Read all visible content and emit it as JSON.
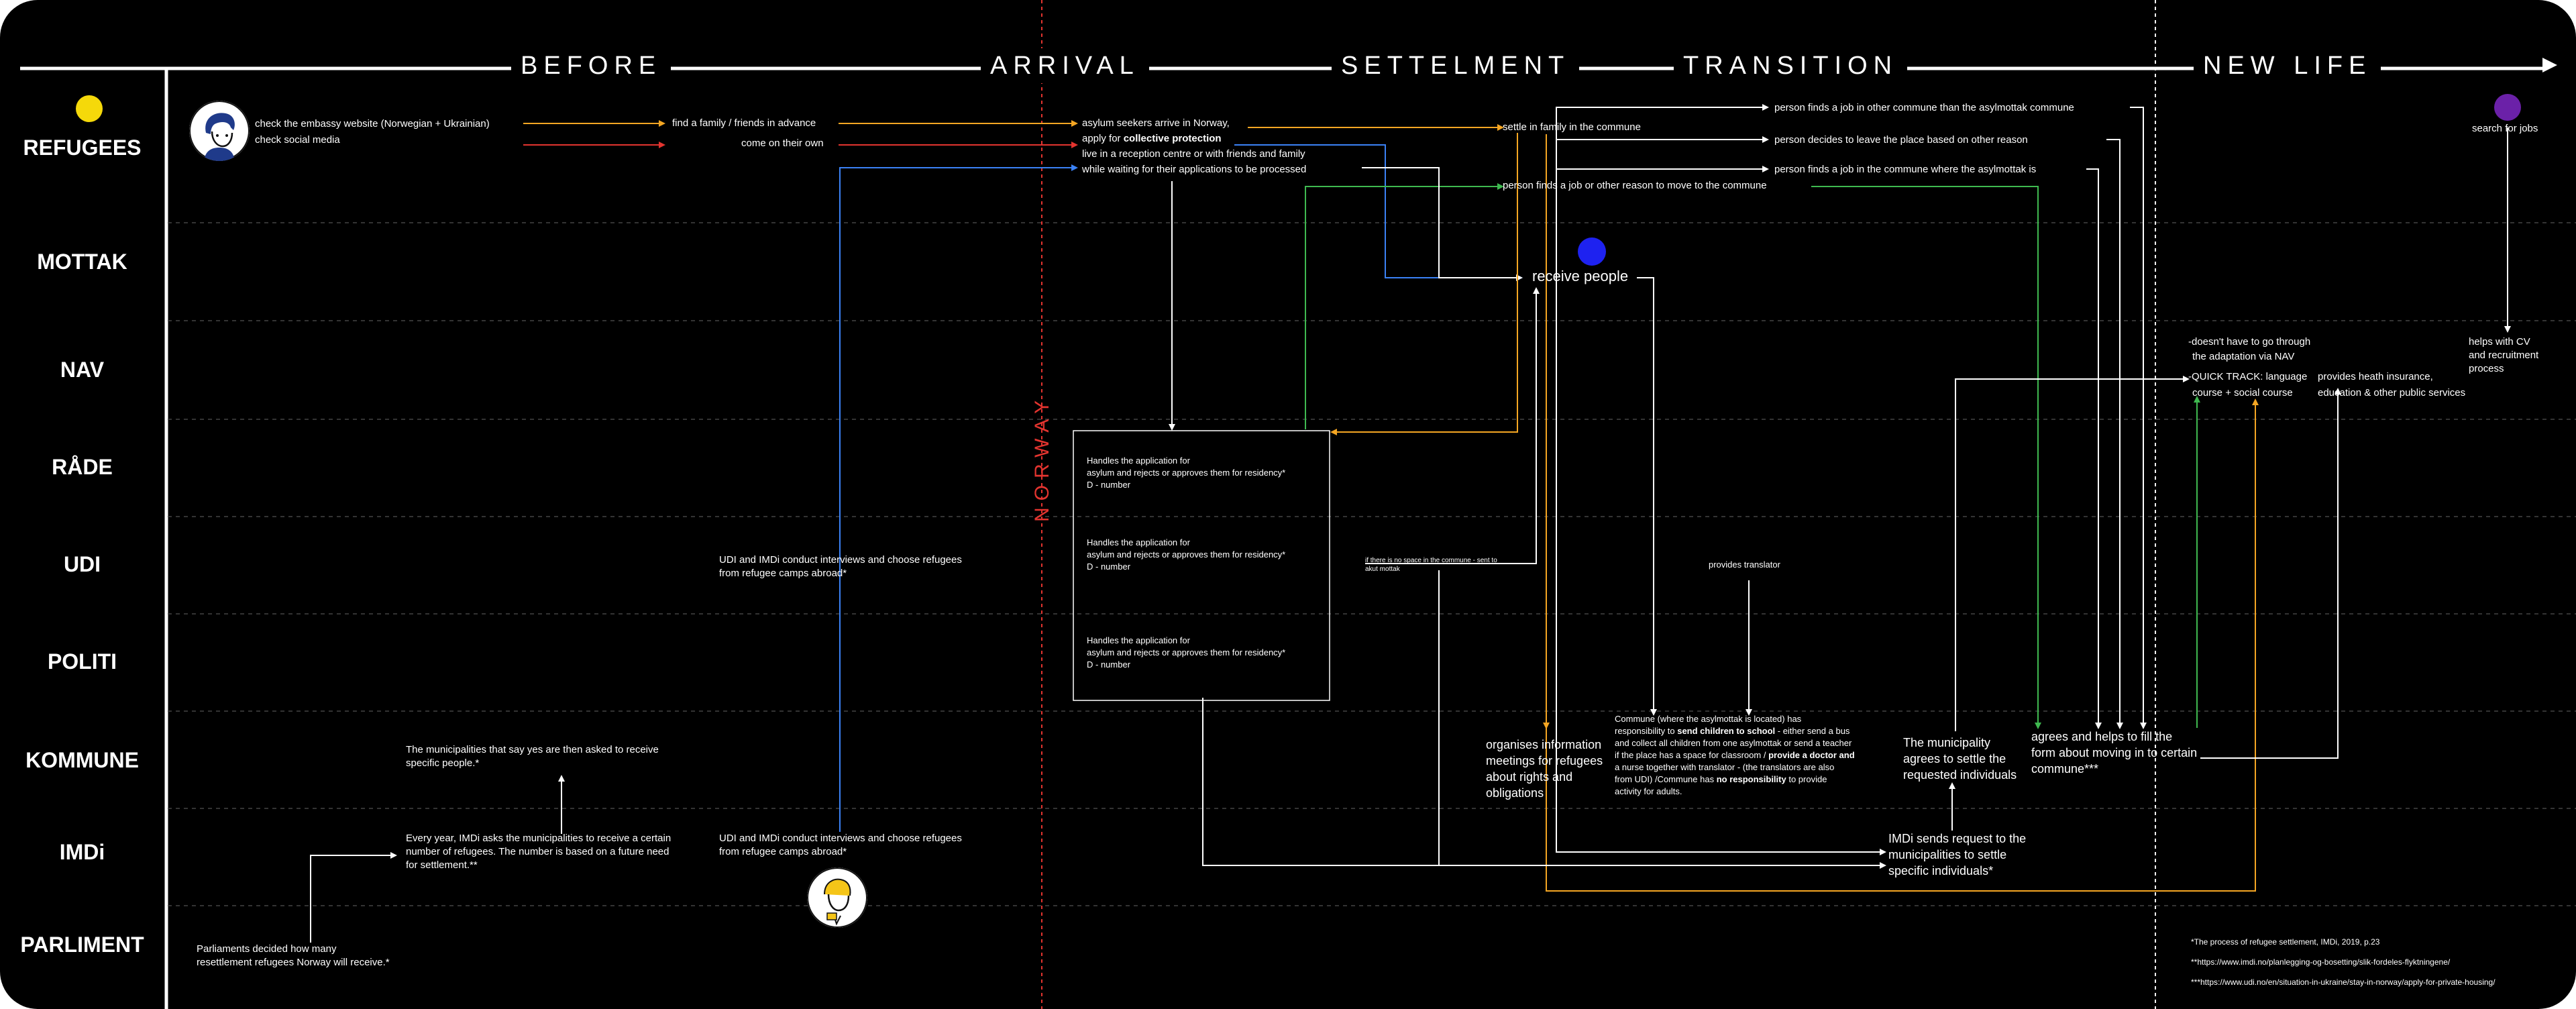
{
  "phases": {
    "before": "BEFORE",
    "arrival": "ARRIVAL",
    "settlement": "SETTELMENT",
    "transition": "TRANSITION",
    "new_life": "NEW LIFE"
  },
  "lanes": [
    "REFUGEES",
    "MOTTAK",
    "NAV",
    "RÅDE",
    "UDI",
    "POLITI",
    "KOMMUNE",
    "IMDi",
    "PARLIMENT"
  ],
  "border_label": "NORWAY",
  "colors": {
    "background": "#000000",
    "line": "#ffffff",
    "orange": "#f5a623",
    "red": "#e3342f",
    "blue": "#3b82f6",
    "green": "#3fb950",
    "yellow_dot": "#f5d90a",
    "blue_dot": "#1e22f0",
    "purple_dot": "#6b21a8"
  },
  "refugees": {
    "embassy": "check the embassy website (Norwegian + Ukrainian)",
    "social": "check social media",
    "family_advance": "find a family / friends in advance",
    "own": "come on their own",
    "asylum_1": "asylum seekers arrive in Norway,",
    "asylum_2a": "apply for ",
    "asylum_2b": "collective protection",
    "reception_1": "live in a reception centre or with friends and family",
    "reception_2": "while waiting for their applications to be processed",
    "settle_family": "settle in family in the commune",
    "job_other": "person  finds a job in other commune than the asylmottak commune",
    "leave_place": "person decides to leave the place based on other reason",
    "job_same": "person  finds a job in the commune where the asylmottak is",
    "job_reason": "person  finds a job or other reason to move to the commune",
    "search_jobs": "search for jobs"
  },
  "mottak": {
    "receive": "receive people"
  },
  "nav": {
    "adapt_1": "-doesn't have to go through",
    "adapt_2": "the adaptation via NAV",
    "quick_1": "-QUICK TRACK: language",
    "quick_2": "course + social course",
    "health_1": "provides heath insurance,",
    "health_2": "education & other public services",
    "cv_1": "helps with CV",
    "cv_2": "and recruitment",
    "cv_3": "process"
  },
  "handles": {
    "line1": "Handles the application for",
    "line2": "asylum and rejects or approves them for residency*",
    "line3": "D - number"
  },
  "udi": {
    "no_space_1": "if there is no space in the commune - sent to",
    "no_space_2": "akut mottak",
    "interviews_1": "UDI and IMDi conduct interviews and choose refugees",
    "interviews_2": "from refugee camps abroad*",
    "translator": "provides translator"
  },
  "kommune": {
    "municipalities_1": "The municipalities that say yes are then asked to receive",
    "municipalities_2": "specific people.*",
    "info_1": "organises information",
    "info_2": "meetings for refugees",
    "info_3": "about rights and",
    "info_4": "obligations",
    "commune_1": "Commune (where the asylmottak is located) has",
    "commune_2a": "responsibility to  ",
    "commune_2b": "send children to school",
    "commune_2c": " - either send a bus",
    "commune_3": "and collect all children from one asylmottak or send a teacher",
    "commune_4a": "if the place has a space for classroom /  ",
    "commune_4b": "provide a doctor and",
    "commune_5": "a nurse  together with translator - (the translators are also",
    "commune_6a": "from UDI) /Commune has  ",
    "commune_6b": "no responsibility",
    "commune_6c": " to provide",
    "commune_7": "activity for adults.",
    "agrees_1": "The municipality",
    "agrees_2": "agrees to settle the",
    "agrees_3": "requested individuals",
    "fill_1": "agrees and helps to fill the",
    "fill_2": "form about moving in to certain",
    "fill_3": "commune***"
  },
  "imdi": {
    "every_year_1": "Every year, IMDi asks the municipalities to receive a certain",
    "every_year_2": "number of refugees. The number is based on a future need",
    "every_year_3": "for settlement.**",
    "interviews_1": "UDI and IMDi conduct interviews and choose refugees",
    "interviews_2": "from refugee camps abroad*",
    "sends_1": "IMDi sends request to the",
    "sends_2": "municipalities to settle",
    "sends_3": "specific individuals*"
  },
  "parliment": {
    "decided_1": "Parliaments decided how many",
    "decided_2": "resettlement refugees Norway will receive.*"
  },
  "footnotes": [
    "*The process of refugee settlement, IMDi, 2019, p.23",
    "**https://www.imdi.no/planlegging-og-bosetting/slik-fordeles-flyktningene/",
    "***https://www.udi.no/en/situation-in-ukraine/stay-in-norway/apply-for-private-housing/"
  ]
}
